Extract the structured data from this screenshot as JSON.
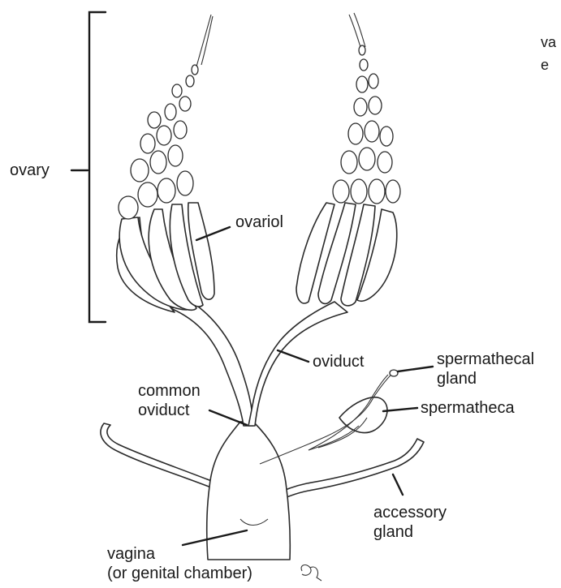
{
  "diagram": {
    "labels": {
      "ovary": "ovary",
      "ovariol": "ovariol",
      "oviduct": "oviduct",
      "spermathecal_gland": [
        "spermathecal",
        "gland"
      ],
      "common_oviduct": [
        "common",
        "oviduct"
      ],
      "spermatheca": "spermatheca",
      "accessory_gland": [
        "accessory",
        "gland"
      ],
      "vagina": [
        "vagina",
        "(or genital chamber)"
      ],
      "cropped_text": [
        "va",
        "e"
      ]
    },
    "colors": {
      "line": "#1a1a1a",
      "fill": "#ffffff"
    }
  }
}
